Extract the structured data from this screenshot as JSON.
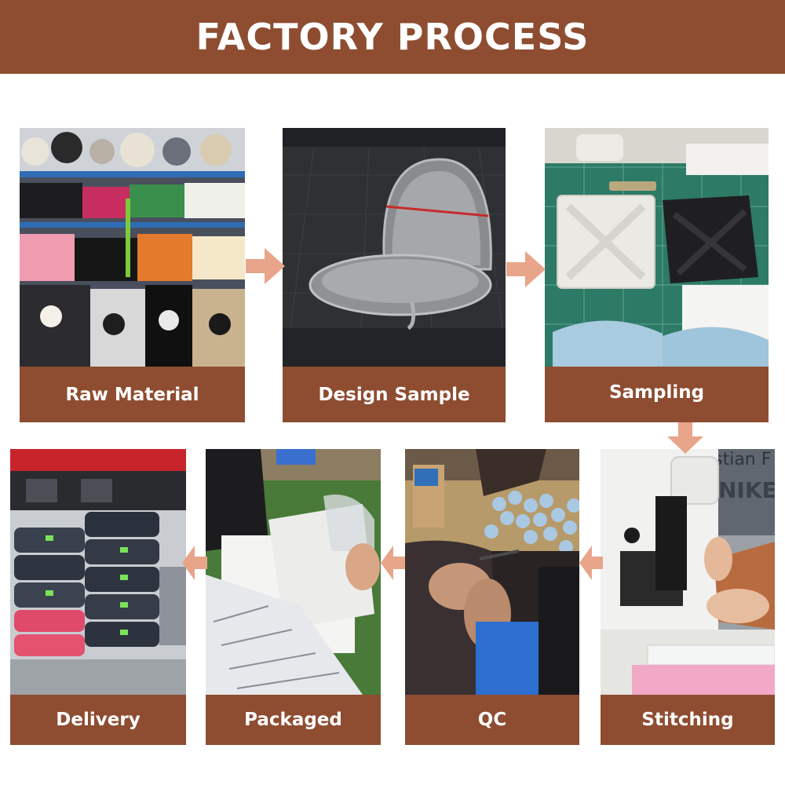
{
  "header": {
    "title": "FACTORY PROCESS"
  },
  "steps": [
    {
      "label": "Raw Material"
    },
    {
      "label": "Design Sample"
    },
    {
      "label": "Sampling"
    },
    {
      "label": "Stitching"
    },
    {
      "label": "QC"
    },
    {
      "label": "Packaged"
    },
    {
      "label": "Delivery"
    }
  ],
  "colors": {
    "banner": "#8e4d31",
    "label_bg": "#8e4d31",
    "arrow": "#e8a58a"
  },
  "photo_texts": {
    "shirt_print": "istian F",
    "shirt_logo": "NIKE"
  }
}
